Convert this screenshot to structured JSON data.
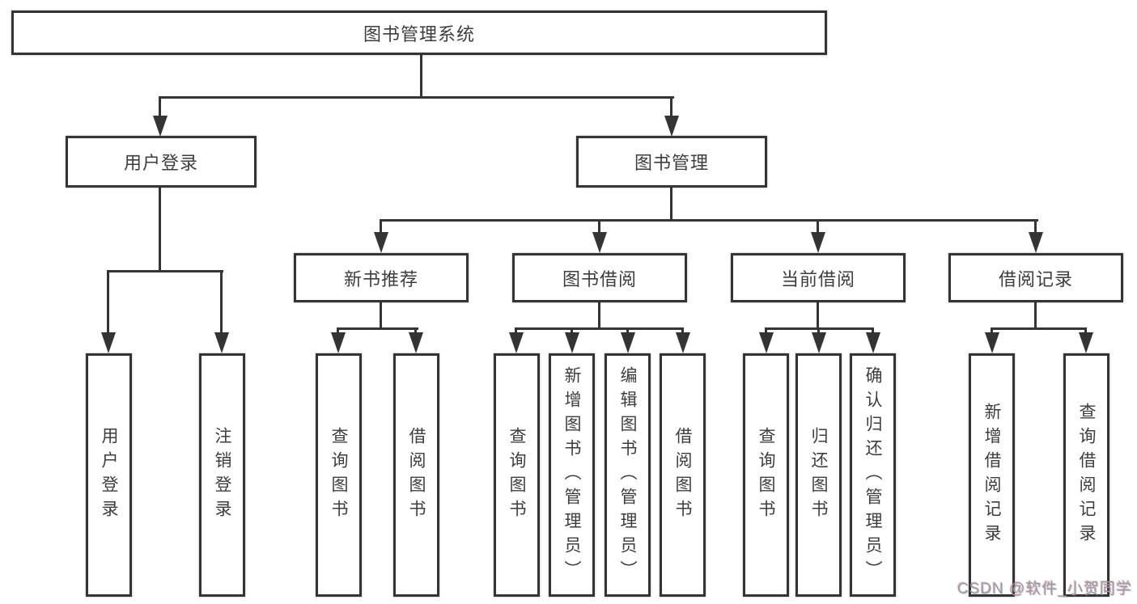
{
  "colors": {
    "line": "#343434",
    "box_fill": "#ffffff",
    "text": "#3d3d3d",
    "watermark": "#9b9b9b"
  },
  "tree": {
    "label": "图书管理系统",
    "children": [
      {
        "label": "用户登录",
        "children": [
          {
            "label": "用户登录"
          },
          {
            "label": "注销登录"
          }
        ]
      },
      {
        "label": "图书管理",
        "children": [
          {
            "label": "新书推荐",
            "children": [
              {
                "label": "查询图书"
              },
              {
                "label": "借阅图书"
              }
            ]
          },
          {
            "label": "图书借阅",
            "children": [
              {
                "label": "查询图书"
              },
              {
                "label": "新增图书（管理员）"
              },
              {
                "label": "编辑图书（管理员）"
              },
              {
                "label": "借阅图书"
              }
            ]
          },
          {
            "label": "当前借阅",
            "children": [
              {
                "label": "查询图书"
              },
              {
                "label": "归还图书"
              },
              {
                "label": "确认归还（管理员）"
              }
            ]
          },
          {
            "label": "借阅记录",
            "children": [
              {
                "label": "新增借阅记录"
              },
              {
                "label": "查询借阅记录"
              }
            ]
          }
        ]
      }
    ]
  },
  "watermark": {
    "text": "CSDN @软件_小贺同学"
  }
}
